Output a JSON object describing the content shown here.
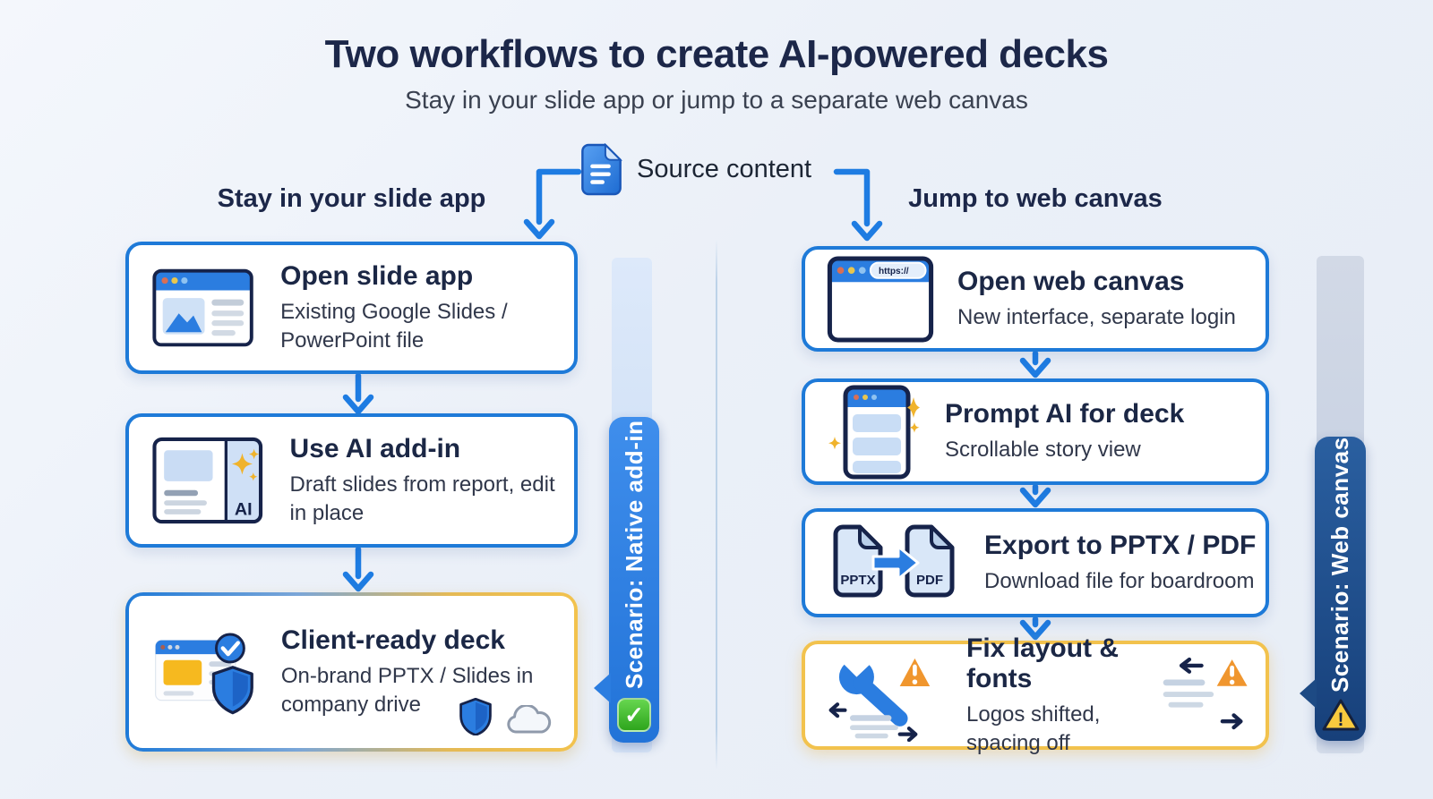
{
  "header": {
    "title": "Two workflows to create AI-powered decks",
    "subtitle": "Stay in your slide app or jump to a separate web canvas"
  },
  "source": {
    "label": "Source content",
    "icon": "document-icon"
  },
  "columns": {
    "left": {
      "heading": "Stay in your slide app",
      "steps": [
        {
          "title": "Open slide app",
          "subtitle": "Existing Google Slides / PowerPoint file",
          "icon": "slide-app-browser-icon"
        },
        {
          "title": "Use AI add-in",
          "subtitle": "Draft slides from report, edit in place",
          "icon": "ai-addin-panel-icon",
          "panel_label": "AI"
        },
        {
          "title": "Client-ready deck",
          "subtitle": "On-brand PPTX / Slides in company drive",
          "icon": "approved-deck-icon",
          "corner_icons": [
            "shield-icon",
            "cloud-icon"
          ]
        }
      ],
      "ribbon": {
        "label": "Scenario: Native add-in",
        "badge": "check",
        "badge_glyph": "✓",
        "color": "#2b7de0"
      }
    },
    "right": {
      "heading": "Jump to web canvas",
      "steps": [
        {
          "title": "Open web canvas",
          "subtitle": "New interface, separate login",
          "icon": "web-browser-url-icon",
          "url_text": "https://"
        },
        {
          "title": "Prompt AI for deck",
          "subtitle": "Scrollable story view",
          "icon": "story-view-icon"
        },
        {
          "title": "Export to PPTX / PDF",
          "subtitle": "Download file for boardroom",
          "icon": "file-export-icon",
          "file_from": "PPTX",
          "file_to": "PDF"
        },
        {
          "title": "Fix layout & fonts",
          "subtitle": "Logos shifted, spacing off",
          "icon": "wrench-warning-icon"
        }
      ],
      "ribbon": {
        "label": "Scenario: Web canvas",
        "badge": "warning",
        "badge_glyph": "!",
        "color": "#1d4e8a"
      }
    }
  },
  "colors": {
    "background": "#edf1f8",
    "accent_blue": "#1e7ad8",
    "accent_yellow": "#f2c24d",
    "navy_text": "#1b2745",
    "body_text": "#30374a",
    "ribbon_blue": "#2b7de0",
    "ribbon_navy": "#1d4e8a",
    "success_green": "#3db52c",
    "warning_orange": "#f0962e"
  }
}
